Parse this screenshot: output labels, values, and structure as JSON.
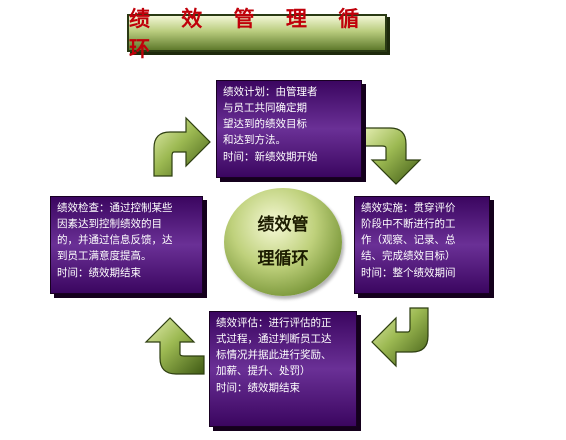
{
  "title": "绩 效 管 理 循 环",
  "center": {
    "line1": "绩效管",
    "line2": "理循环"
  },
  "stages": {
    "plan": {
      "lines": [
        "绩效计划：由管理者",
        "与员工共同确定期",
        "望达到的绩效目标",
        "和达到方法。"
      ],
      "time": "时间：新绩效期开始"
    },
    "implement": {
      "lines": [
        "绩效实施：贯穿评价",
        "阶段中不断进行的工",
        "作（观察、记录、总",
        "结、完成绩效目标）"
      ],
      "time": "时间：整个绩效期间"
    },
    "evaluate": {
      "lines": [
        "绩效评估：进行评估的正",
        "式过程，通过判断员工达",
        "标情况并据此进行奖励、",
        "加薪、提升、处罚）"
      ],
      "time": "时间：绩效期结束"
    },
    "review": {
      "lines": [
        "绩效检查：通过控制某些",
        "因素达到控制绩效的目",
        "的，并通过信息反馈，达",
        "到员工满意度提高。"
      ],
      "time": "时间：绩效期结束"
    }
  },
  "colors": {
    "card_dark": "#3b0660",
    "card_light": "#6a3096",
    "title_text": "#c0000a",
    "arrow_green": "#7e9f33"
  },
  "icons": [
    "curved-arrow-up-right-icon",
    "curved-arrow-down-right-icon",
    "curved-arrow-down-left-icon",
    "curved-arrow-up-left-icon"
  ]
}
